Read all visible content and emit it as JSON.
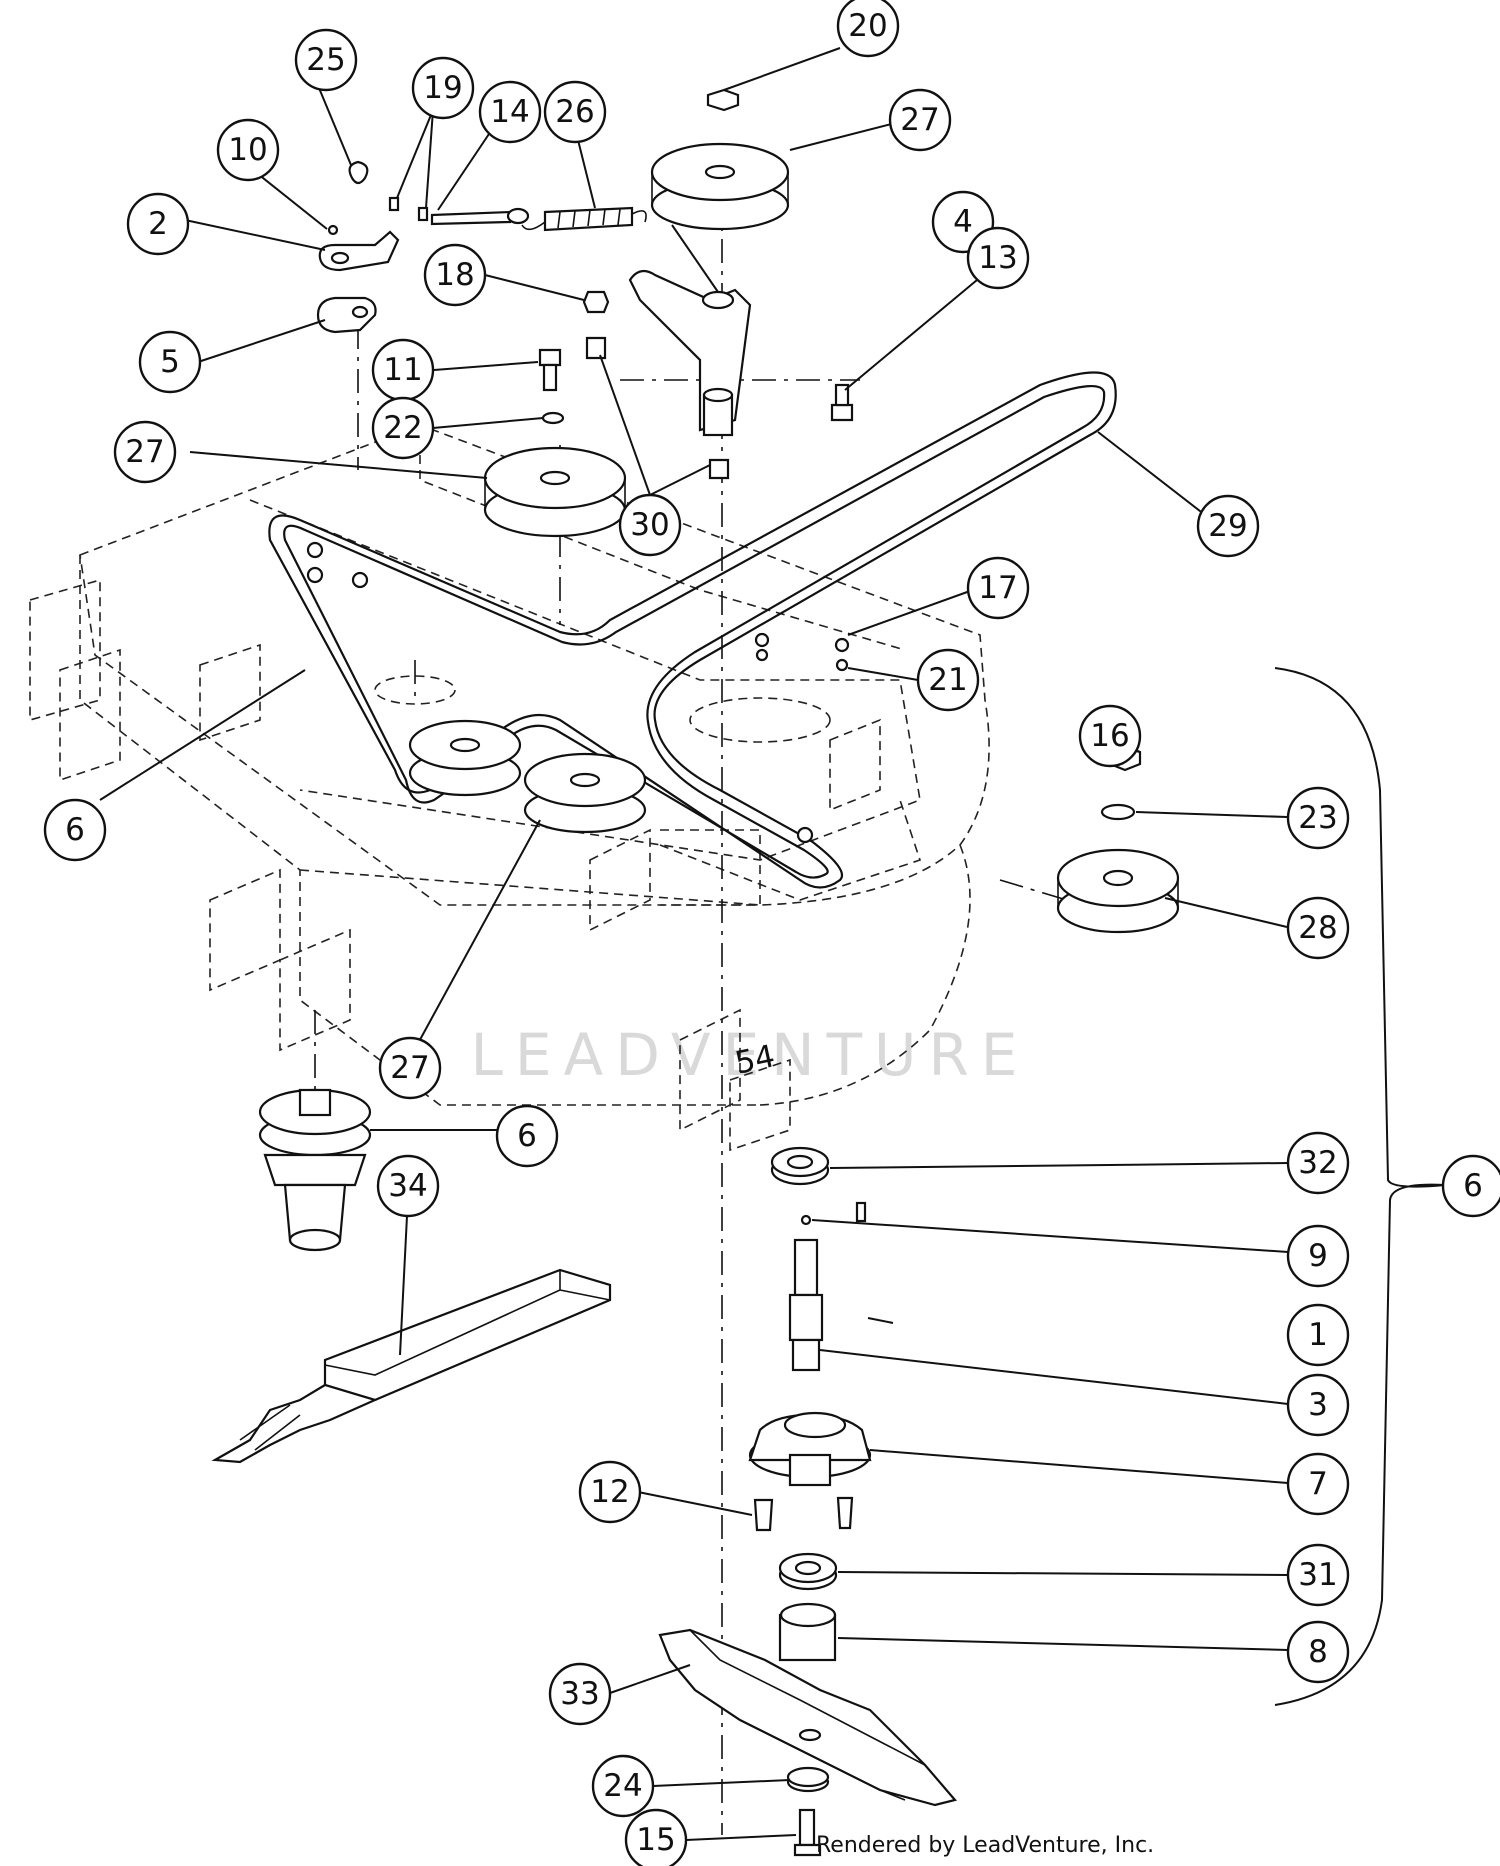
{
  "diagram": {
    "deck_size_marking": "54",
    "watermark": "LEADVENTURE",
    "credit": "Rendered by LeadVenture, Inc.",
    "callouts": [
      {
        "label": "1"
      },
      {
        "label": "2"
      },
      {
        "label": "3"
      },
      {
        "label": "4"
      },
      {
        "label": "5"
      },
      {
        "label": "6"
      },
      {
        "label": "6"
      },
      {
        "label": "6"
      },
      {
        "label": "7"
      },
      {
        "label": "8"
      },
      {
        "label": "9"
      },
      {
        "label": "10"
      },
      {
        "label": "11"
      },
      {
        "label": "12"
      },
      {
        "label": "13"
      },
      {
        "label": "14"
      },
      {
        "label": "15"
      },
      {
        "label": "16"
      },
      {
        "label": "17"
      },
      {
        "label": "18"
      },
      {
        "label": "19"
      },
      {
        "label": "20"
      },
      {
        "label": "21"
      },
      {
        "label": "22"
      },
      {
        "label": "23"
      },
      {
        "label": "24"
      },
      {
        "label": "25"
      },
      {
        "label": "26"
      },
      {
        "label": "27"
      },
      {
        "label": "27"
      },
      {
        "label": "27"
      },
      {
        "label": "28"
      },
      {
        "label": "29"
      },
      {
        "label": "30"
      },
      {
        "label": "31"
      },
      {
        "label": "32"
      },
      {
        "label": "33"
      },
      {
        "label": "34"
      }
    ]
  },
  "colors": {
    "line": "#111111",
    "background": "#ffffff",
    "watermark": "#d9d9d9"
  }
}
